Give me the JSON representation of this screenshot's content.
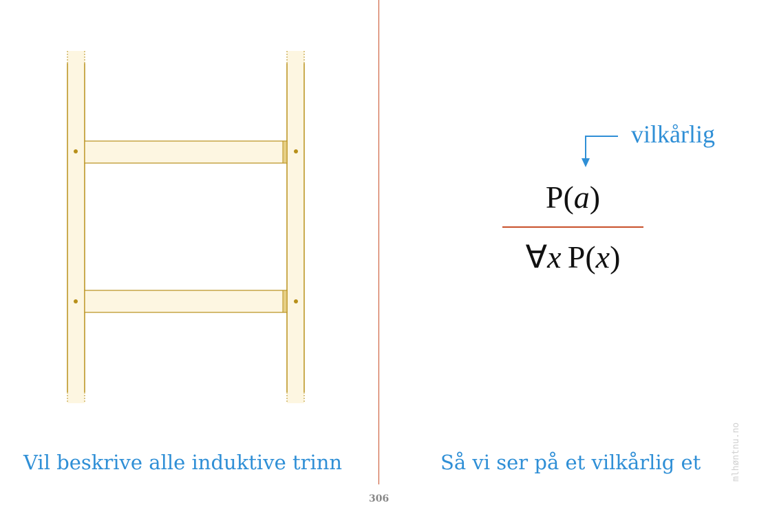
{
  "captions": {
    "left": "Vil beskrive alle induktive trinn",
    "right": "Så vi ser på et vilkårlig et"
  },
  "annotation": {
    "label": "vilkårlig"
  },
  "formula": {
    "premise": {
      "predicate": "P",
      "open": "(",
      "variable": "a",
      "close": ")"
    },
    "conclusion": {
      "quantifier": "∀",
      "bound_var": "x",
      "predicate": "P",
      "open": "(",
      "variable": "x",
      "close": ")"
    }
  },
  "page_number": "306",
  "watermark": "mlhøntnu.no",
  "colors": {
    "accent_blue": "#2f8fd6",
    "rule_orange": "#c8502a",
    "ladder_fill": "#fdf6e1",
    "ladder_stroke": "#b8901a"
  }
}
